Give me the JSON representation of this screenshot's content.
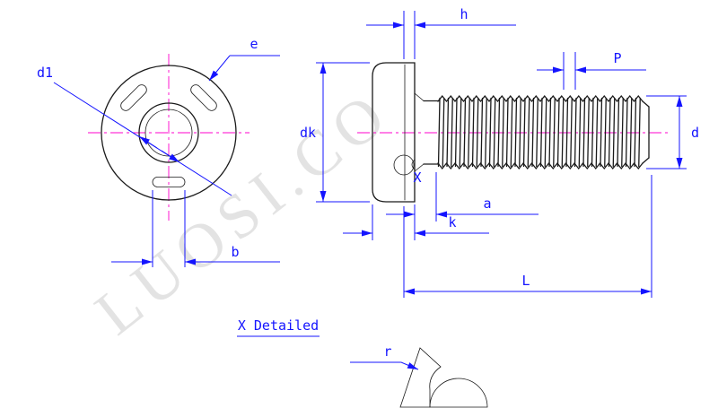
{
  "labels": {
    "d1": "d1",
    "e": "e",
    "b": "b",
    "h": "h",
    "P": "P",
    "dk": "dk",
    "d": "d",
    "a": "a",
    "k": "k",
    "L": "L",
    "X": "X",
    "r": "r",
    "detail_title": "X Detailed"
  },
  "watermark": "LUOSI.CO",
  "colors": {
    "dimension": "#1414ff",
    "centerline": "#ff00cc",
    "outline": "#1a1a1a",
    "watermark": "#c9c9c9"
  }
}
